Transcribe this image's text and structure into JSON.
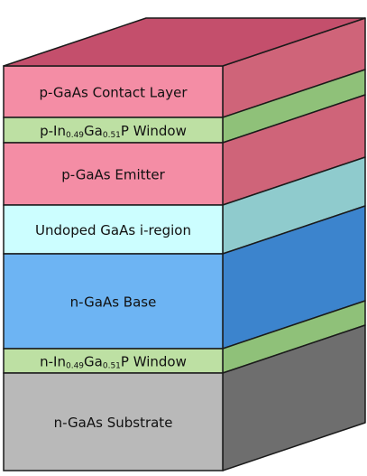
{
  "layers": [
    {
      "id": "contact",
      "parts": [
        {
          "t": "p-GaAs Contact Layer"
        }
      ],
      "colors": {
        "front": "#F48DA5",
        "side": "#CF6479"
      }
    },
    {
      "id": "window_top",
      "parts": [
        {
          "t": "p-In"
        },
        {
          "t": "0.49",
          "sub": true
        },
        {
          "t": "Ga"
        },
        {
          "t": "0.51",
          "sub": true
        },
        {
          "t": "P Window"
        }
      ],
      "colors": {
        "front": "#BDE0A3",
        "side": "#8FC179"
      }
    },
    {
      "id": "emitter",
      "parts": [
        {
          "t": "p-GaAs Emitter"
        }
      ],
      "colors": {
        "front": "#F48DA5",
        "side": "#CF6479"
      }
    },
    {
      "id": "i_region",
      "parts": [
        {
          "t": "Undoped GaAs i-region"
        }
      ],
      "colors": {
        "front": "#CCFEFF",
        "side": "#8FCBCD"
      }
    },
    {
      "id": "base",
      "parts": [
        {
          "t": "n-GaAs Base"
        }
      ],
      "colors": {
        "front": "#6DB4F3",
        "side": "#3C84CD"
      }
    },
    {
      "id": "window_bottom",
      "parts": [
        {
          "t": "n-In"
        },
        {
          "t": "0.49",
          "sub": true
        },
        {
          "t": "Ga"
        },
        {
          "t": "0.51",
          "sub": true
        },
        {
          "t": "P Window"
        }
      ],
      "colors": {
        "front": "#BDE0A3",
        "side": "#8FC179"
      }
    },
    {
      "id": "substrate",
      "parts": [
        {
          "t": "n-GaAs Substrate"
        }
      ],
      "colors": {
        "front": "#B9B9B9",
        "side": "#6E6E6E"
      }
    }
  ],
  "top_color": "#C44F6C",
  "outline_color": "#1a1a1a"
}
